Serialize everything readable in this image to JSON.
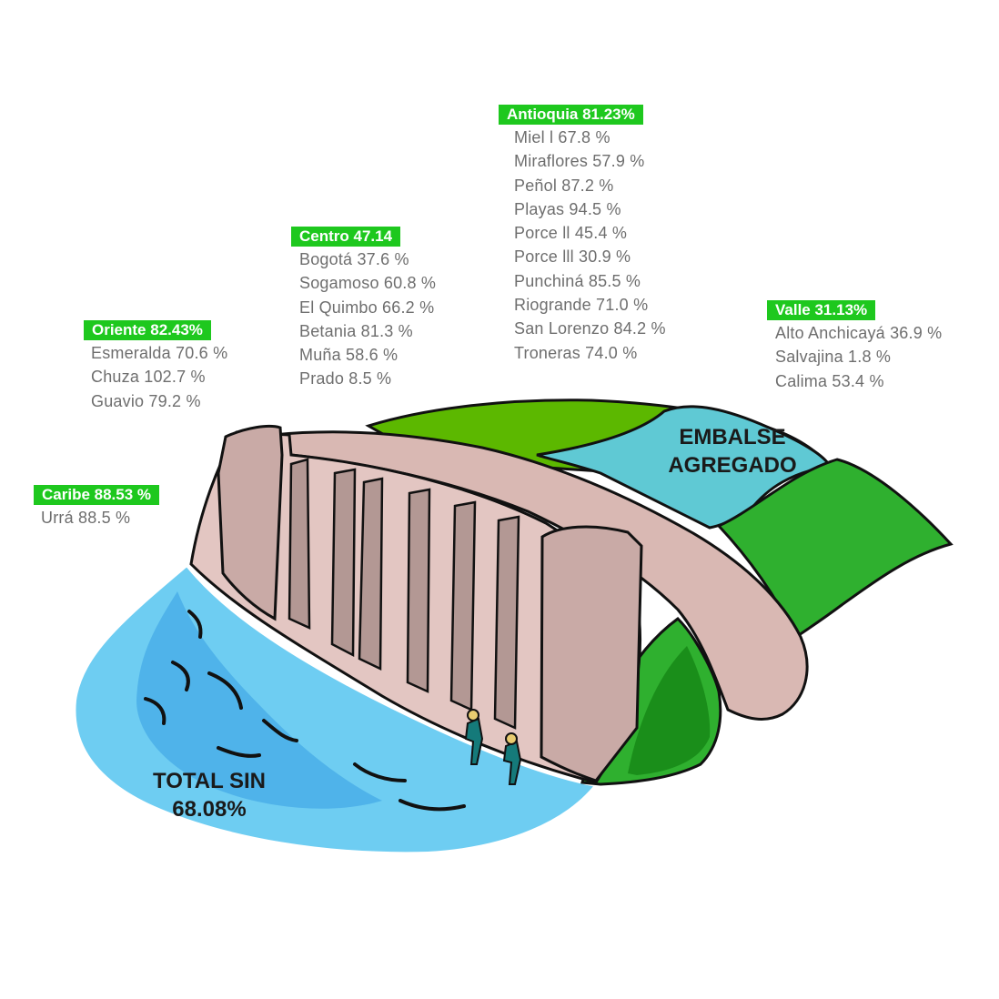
{
  "regions": {
    "antioquia": {
      "label": "Antioquia 81.23%",
      "reservoirs": [
        "Miel l 67.8 %",
        "Miraflores 57.9 %",
        "Peñol 87.2  %",
        "Playas 94.5 %",
        "Porce ll 45.4 %",
        "Porce lll 30.9 %",
        "Punchiná 85.5 %",
        "Riogrande 71.0 %",
        "San Lorenzo 84.2 %",
        "Troneras 74.0 %"
      ]
    },
    "centro": {
      "label": "Centro 47.14",
      "reservoirs": [
        "Bogotá 37.6 %",
        "Sogamoso 60.8 %",
        "El Quimbo 66.2 %",
        "Betania 81.3 %",
        "Muña 58.6 %",
        "Prado 8.5 %"
      ]
    },
    "oriente": {
      "label": "Oriente 82.43%",
      "reservoirs": [
        "Esmeralda 70.6 %",
        "Chuza 102.7 %",
        "Guavio 79.2 %"
      ]
    },
    "valle": {
      "label": "Valle 31.13%",
      "reservoirs": [
        "Alto Anchicayá 36.9 %",
        "Salvajina 1.8 %",
        "Calima 53.4 %"
      ]
    },
    "caribe": {
      "label": "Caribe 88.53 %",
      "reservoirs": [
        "Urrá 88.5 %"
      ]
    }
  },
  "embalse": {
    "line1": "EMBALSE",
    "line2": "AGREGADO"
  },
  "total": {
    "line1": "TOTAL SIN",
    "line2": "68.08%"
  },
  "colors": {
    "badge": "#1ec81e",
    "text": "#6e6e6e",
    "grass": "#2fb02f",
    "reservoir": "#5fc9d4",
    "river": "#6ecdf2",
    "dam": "#d7b7b3"
  }
}
